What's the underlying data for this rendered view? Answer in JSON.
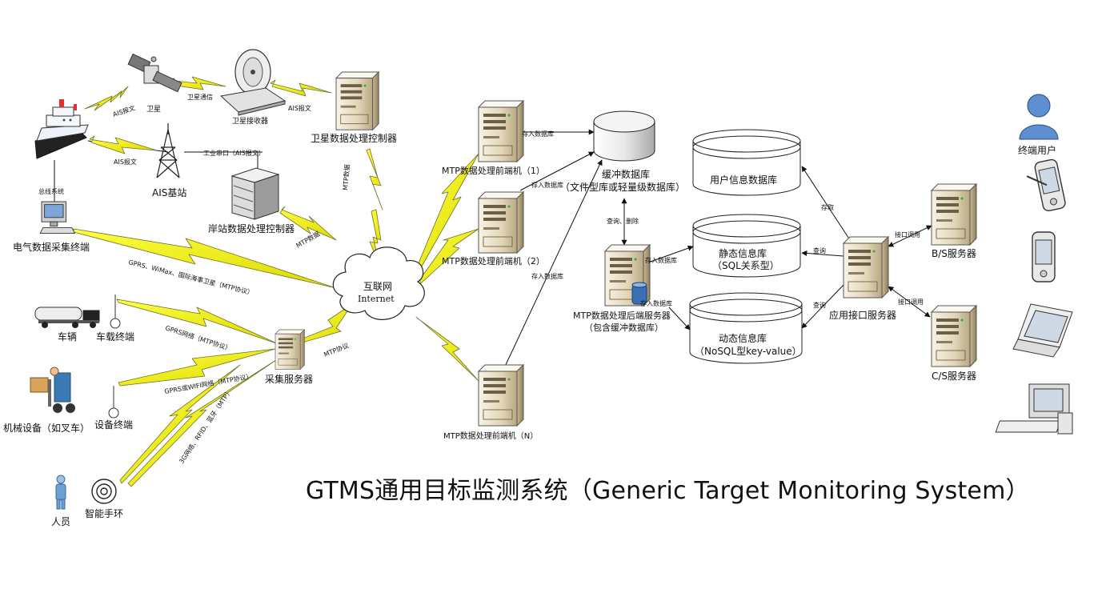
{
  "title": "GTMS通用目标监测系统（Generic Target Monitoring System）",
  "nodes": {
    "satellite": "卫星",
    "sat_receiver": "卫星接收器",
    "sat_controller": "卫星数据处理控制器",
    "ais_station": "AIS基站",
    "shore_controller": "岸站数据处理控制器",
    "elec_terminal": "电气数据采集终端",
    "bus": "总线系统",
    "internet_cn": "互联网",
    "internet_en": "Internet",
    "vehicle": "车辆",
    "vehicle_terminal": "车载终端",
    "machine": "机械设备（如叉车）",
    "device_terminal": "设备终端",
    "person": "人员",
    "bracelet": "智能手环",
    "collect_server": "采集服务器",
    "mtp_front_1": "MTP数据处理前端机（1）",
    "mtp_front_2": "MTP数据处理前端机（2）",
    "mtp_front_n": "MTP数据处理前端机（N）",
    "buffer_db_1": "缓冲数据库",
    "buffer_db_2": "（文件型库或轻量级数据库）",
    "backend_1": "MTP数据处理后端服务器",
    "backend_2": "（包含缓冲数据库）",
    "user_db": "用户信息数据库",
    "static_db_1": "静态信息库",
    "static_db_2": "（SQL关系型）",
    "dynamic_db_1": "动态信息库",
    "dynamic_db_2": "（NoSQL型key-value）",
    "app_server": "应用接口服务器",
    "bs_server": "B/S服务器",
    "cs_server": "C/S服务器",
    "end_user": "终端用户"
  },
  "edges": {
    "ais_msg_1": "AIS报文",
    "sat_comm": "卫星通信",
    "ais_msg_2": "AIS报文",
    "ais_msg_3": "AIS报文",
    "serial_port": "工业串口（AIS报文）",
    "mtp_data_1": "MTP数据",
    "mtp_data_2": "MTP数据",
    "gprs_wimax": "GPRS、WiMax、国际海事卫星（MTP协议）",
    "gprs_net": "GPRS网络（MTP协议）",
    "gprs_wifi": "GPRS或WIFI网络（MTP协议）",
    "net_3g": "3G网络、RFID、蓝牙（MTP）",
    "mtp_protocol": "MTP协议",
    "store_db_1": "存入数据库",
    "store_db_2": "存入数据库",
    "store_db_3": "存入数据库",
    "store_db_4": "存入数据库",
    "store_db_5": "存入数据库",
    "query_delete": "查询、删除",
    "access": "存取",
    "query_1": "查询",
    "query_2": "查询",
    "api_call_1": "接口调用",
    "api_call_2": "接口调用"
  },
  "colors": {
    "bolt_fill": "#f2f200",
    "bolt_stroke": "#6f6f2a",
    "server_body": "#e6dcc4",
    "server_face": "#f7f2e4",
    "line": "#111111"
  }
}
